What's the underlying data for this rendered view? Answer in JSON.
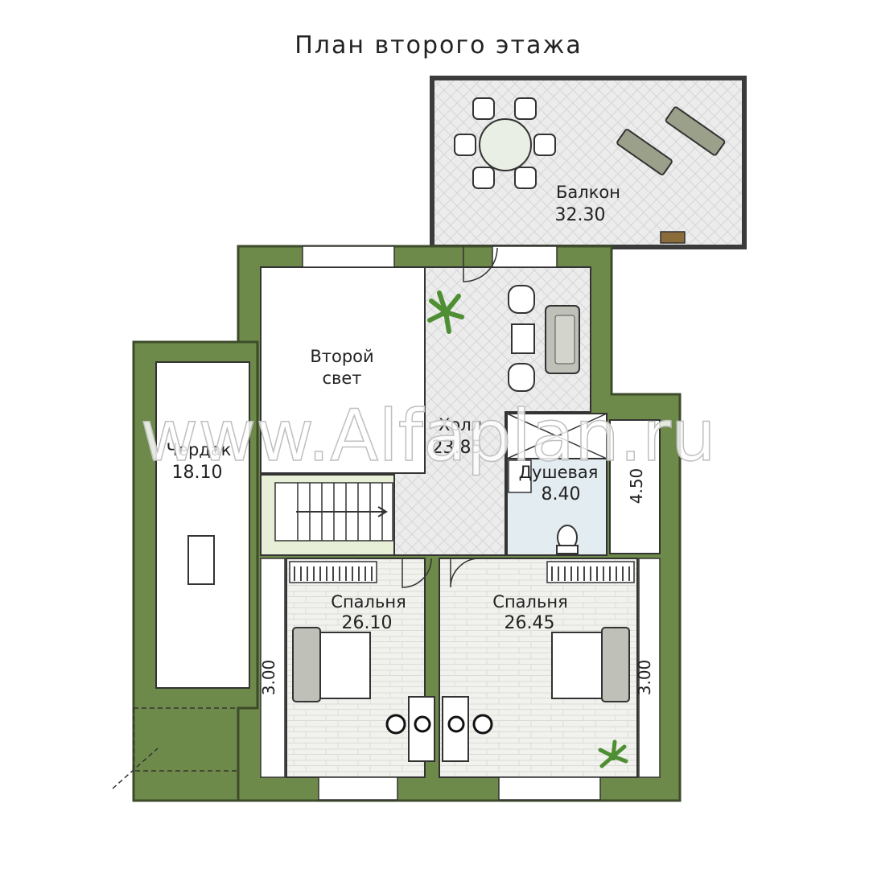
{
  "title": "План второго этажа",
  "watermark": "www.Alfaplan.ru",
  "colors": {
    "wall": "#6e8a4a",
    "wall_dark": "#3d4b2a",
    "floor_tile": "#ececec",
    "floor_room": "#f1f1ee",
    "stair_floor": "#e7efd7"
  },
  "rooms": {
    "balcony": {
      "name": "Балкон",
      "area": "32.30"
    },
    "second_light": {
      "name_line1": "Второй",
      "name_line2": "свет"
    },
    "attic": {
      "name": "Чердак",
      "area": "18.10"
    },
    "hall": {
      "name": "Холл",
      "area": "23.85"
    },
    "shower": {
      "name": "Душевая",
      "area": "8.40"
    },
    "bedroom_left": {
      "name": "Спальня",
      "area": "26.10"
    },
    "bedroom_right": {
      "name": "Спальня",
      "area": "26.45"
    }
  },
  "dimensions": {
    "left": "3.00",
    "right": "3.00",
    "side": "4.50"
  },
  "icons": [
    "dining-table-icon",
    "sun-lounger-icon",
    "armchair-icon",
    "sofa-icon",
    "plant-icon",
    "bed-icon",
    "toilet-icon",
    "shower-icon",
    "stair-icon",
    "door-icon",
    "window-icon"
  ]
}
